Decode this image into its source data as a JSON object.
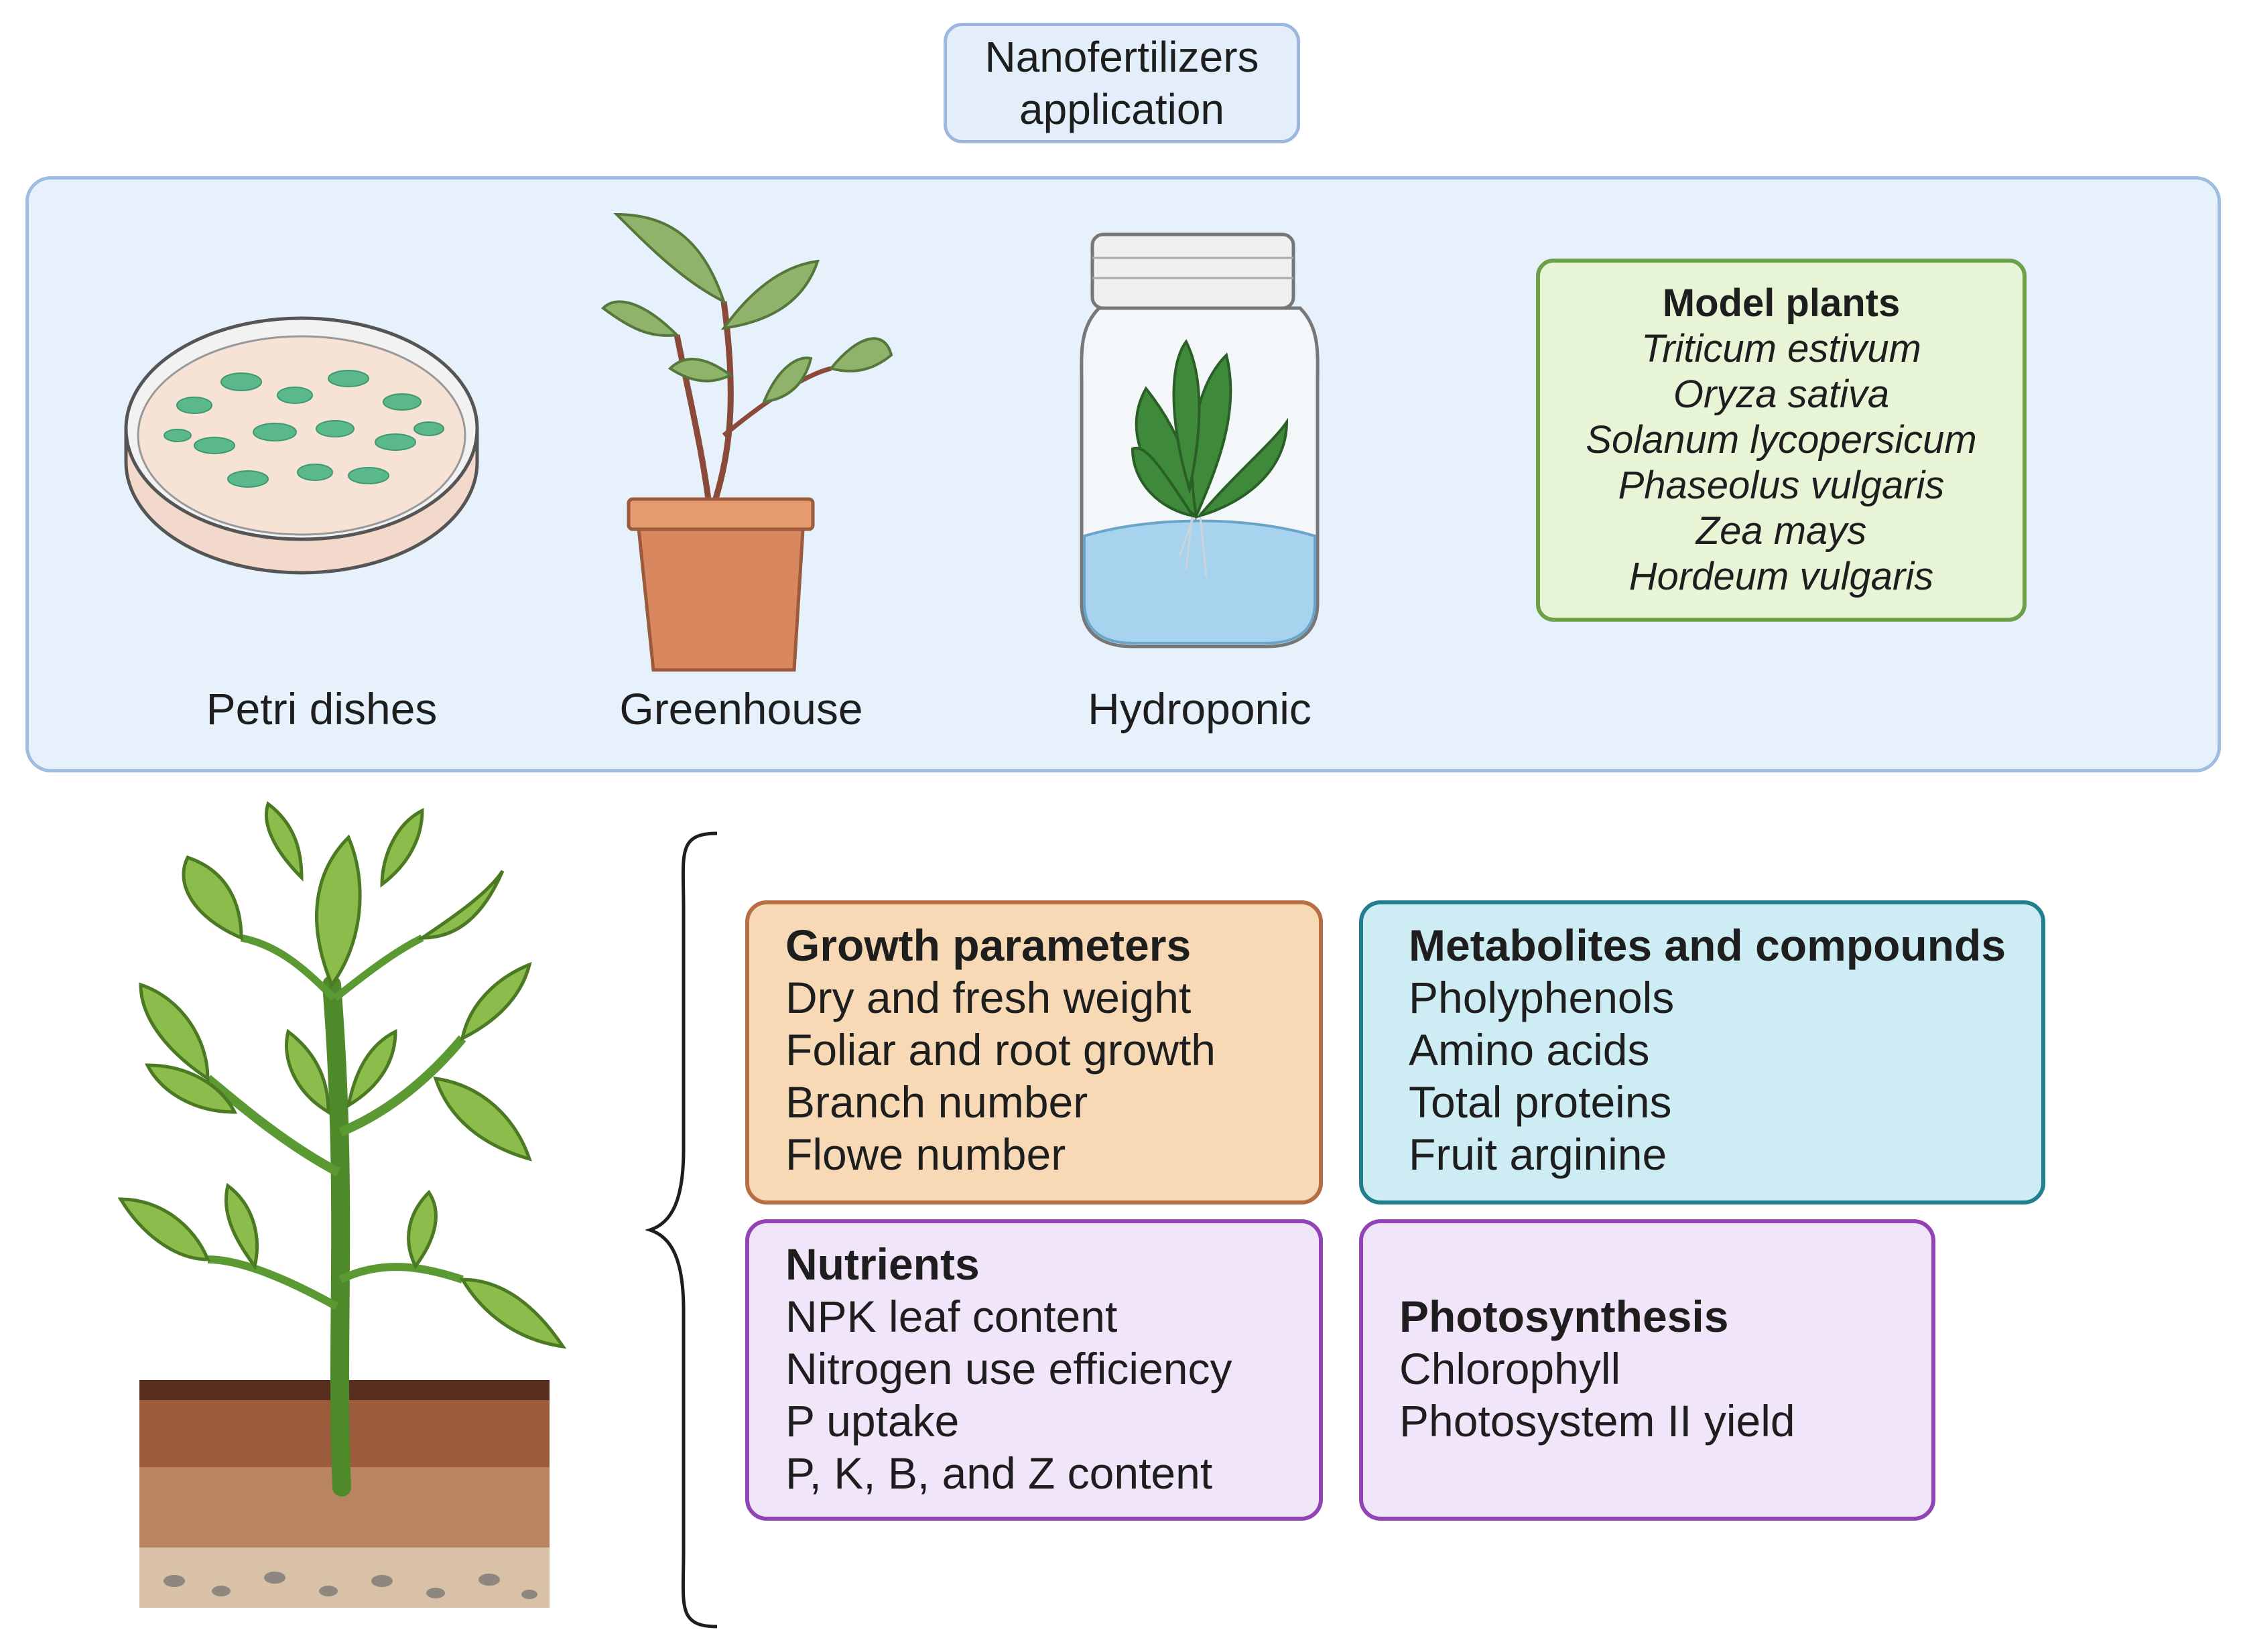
{
  "title": {
    "line1": "Nanofertilizers",
    "line2": "application"
  },
  "settings": [
    {
      "label": "Petri dishes"
    },
    {
      "label": "Greenhouse"
    },
    {
      "label": "Hydroponic"
    }
  ],
  "model_plants": {
    "heading": "Model plants",
    "species": [
      "Triticum estivum",
      "Oryza sativa",
      "Solanum lycopersicum",
      "Phaseolus vulgaris",
      "Zea mays",
      "Hordeum vulgaris"
    ]
  },
  "growth": {
    "heading": "Growth parameters",
    "items": [
      "Dry and fresh weight",
      "Foliar and root growth",
      "Branch number",
      "Flowe number"
    ]
  },
  "metabolites": {
    "heading": "Metabolites and compounds",
    "items": [
      "Pholyphenols",
      "Amino acids",
      "Total proteins",
      "Fruit arginine"
    ]
  },
  "nutrients": {
    "heading": "Nutrients",
    "items": [
      "NPK leaf content",
      "Nitrogen use efficiency",
      "P uptake",
      "P, K, B, and Z content"
    ]
  },
  "photosynthesis": {
    "heading": "Photosynthesis",
    "items": [
      "Chlorophyll",
      "Photosystem II yield"
    ]
  }
}
